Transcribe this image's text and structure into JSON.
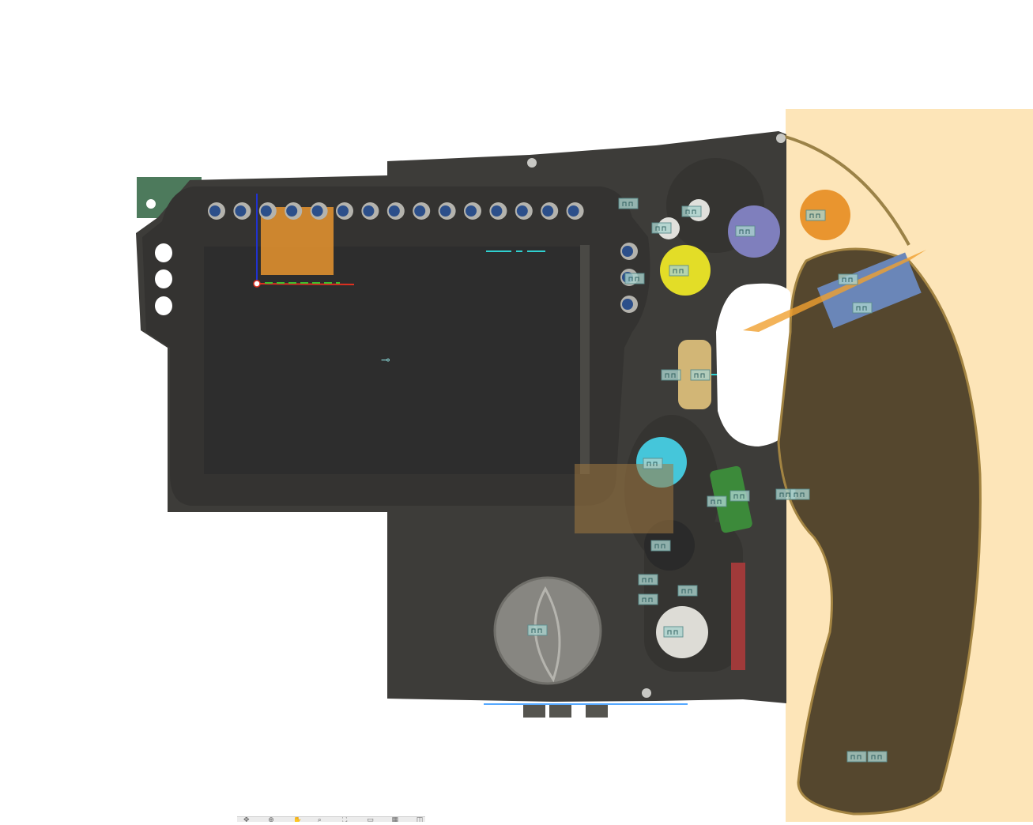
{
  "viewport": {
    "name": "3D CAD viewport",
    "background": "#ffffff"
  },
  "model": {
    "plate_color": "#3b3a37",
    "screen_color": "#2e2e2e",
    "grip_color": "#55472e",
    "highlight_body_color": "#fde2b0",
    "buttons": [
      {
        "id": "orange",
        "color": "#e9952f"
      },
      {
        "id": "purple",
        "color": "#7f7fbd"
      },
      {
        "id": "yellow",
        "color": "#e3dd27"
      },
      {
        "id": "cyan",
        "color": "#45c6da"
      },
      {
        "id": "white",
        "color": "#dddcd6"
      },
      {
        "id": "green",
        "color": "#3c8a3a"
      },
      {
        "id": "gold-thumbwheel",
        "color": "#d2b676"
      }
    ]
  },
  "toolbar": {
    "tools": [
      {
        "name": "orbit-tool",
        "glyph": "✥"
      },
      {
        "name": "look-at-tool",
        "glyph": "⊕"
      },
      {
        "name": "pan-tool",
        "glyph": "✋"
      },
      {
        "name": "zoom-tool",
        "glyph": "⌕"
      },
      {
        "name": "fit-tool",
        "glyph": "⛶"
      },
      {
        "name": "display-settings-tool",
        "glyph": "▭"
      },
      {
        "name": "grid-settings-tool",
        "glyph": "▦"
      },
      {
        "name": "viewports-tool",
        "glyph": "◫"
      }
    ]
  }
}
